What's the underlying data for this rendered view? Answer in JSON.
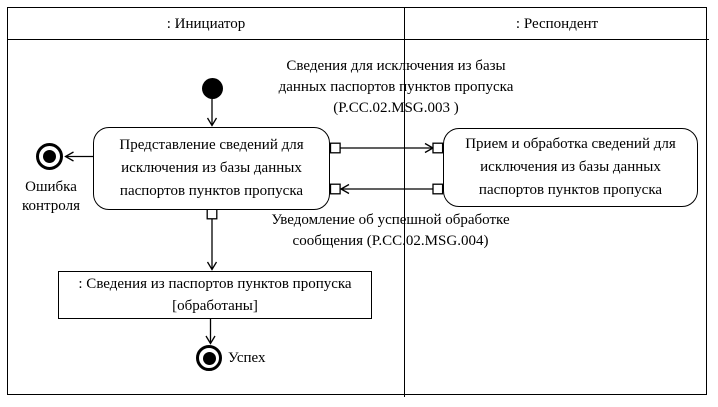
{
  "lanes": [
    {
      "label": ": Инициатор"
    },
    {
      "label": ": Респондент"
    }
  ],
  "nodes": {
    "activity_initiator": {
      "lines": [
        "Представление сведений для",
        "исключения из базы данных",
        "паспортов пунктов пропуска"
      ]
    },
    "activity_respondent": {
      "lines": [
        "Прием и обработка сведений для",
        "исключения из базы данных",
        "паспортов пунктов пропуска"
      ]
    },
    "object_state": {
      "title": ": Сведения из паспортов пунктов пропуска",
      "state": "[обработаны]"
    },
    "error_final": {
      "lines": [
        "Ошибка",
        "контроля"
      ]
    },
    "success_final": {
      "label": "Успех"
    }
  },
  "messages": {
    "request": {
      "lines": [
        "Сведения для исключения из базы",
        "данных паспортов пунктов пропуска",
        "(P.CC.02.MSG.003 )"
      ]
    },
    "response": {
      "lines": [
        "Уведомление об успешной обработке",
        "сообщения (P.CC.02.MSG.004)"
      ]
    }
  },
  "colors": {
    "stroke": "#000000",
    "background": "#ffffff"
  }
}
